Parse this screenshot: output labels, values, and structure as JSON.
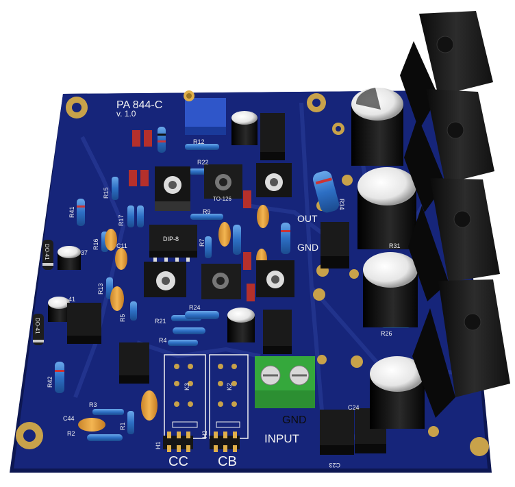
{
  "board": {
    "title": "PA 844-C",
    "version": "v. 1.0",
    "colors": {
      "pcb": "#16257a",
      "pcb_edge": "#0d1752",
      "trace": "#23358f",
      "pad": "#c8a24a",
      "silk": "#f2f2f2",
      "cap_body": "#0a0a0a",
      "terminal": "#3cb043",
      "ceramic": "#e8a43c",
      "resistor": "#2d6fc4"
    }
  },
  "labels": {
    "out": "OUT",
    "gnd_out": "GND",
    "gnd_in": "GND",
    "input": "INPUT",
    "cc": "CC",
    "cb": "CB"
  },
  "packages": {
    "dip": "DIP-8",
    "to126_a": "TO-126",
    "do41_a": "DO-41",
    "do41_b": "DO-41"
  },
  "designators": {
    "r1": "R1",
    "r2": "R2",
    "r3": "R3",
    "r4": "R4",
    "r5": "R5",
    "r7": "R7",
    "r9": "R9",
    "r12": "R12",
    "r13": "R13",
    "r15": "R15",
    "r16": "R16",
    "r17": "R17",
    "r21": "R21",
    "r22": "R22",
    "r24": "R24",
    "r26": "R26",
    "r31": "R31",
    "r34": "R34",
    "r41": "R41",
    "r42": "R42",
    "c11": "C11",
    "c23": "C23",
    "c24": "C24",
    "c44": "C44",
    "c37": "37",
    "c41": "41",
    "k2": "K2",
    "k3": "K3",
    "h1": "H1",
    "h2": "H2"
  }
}
